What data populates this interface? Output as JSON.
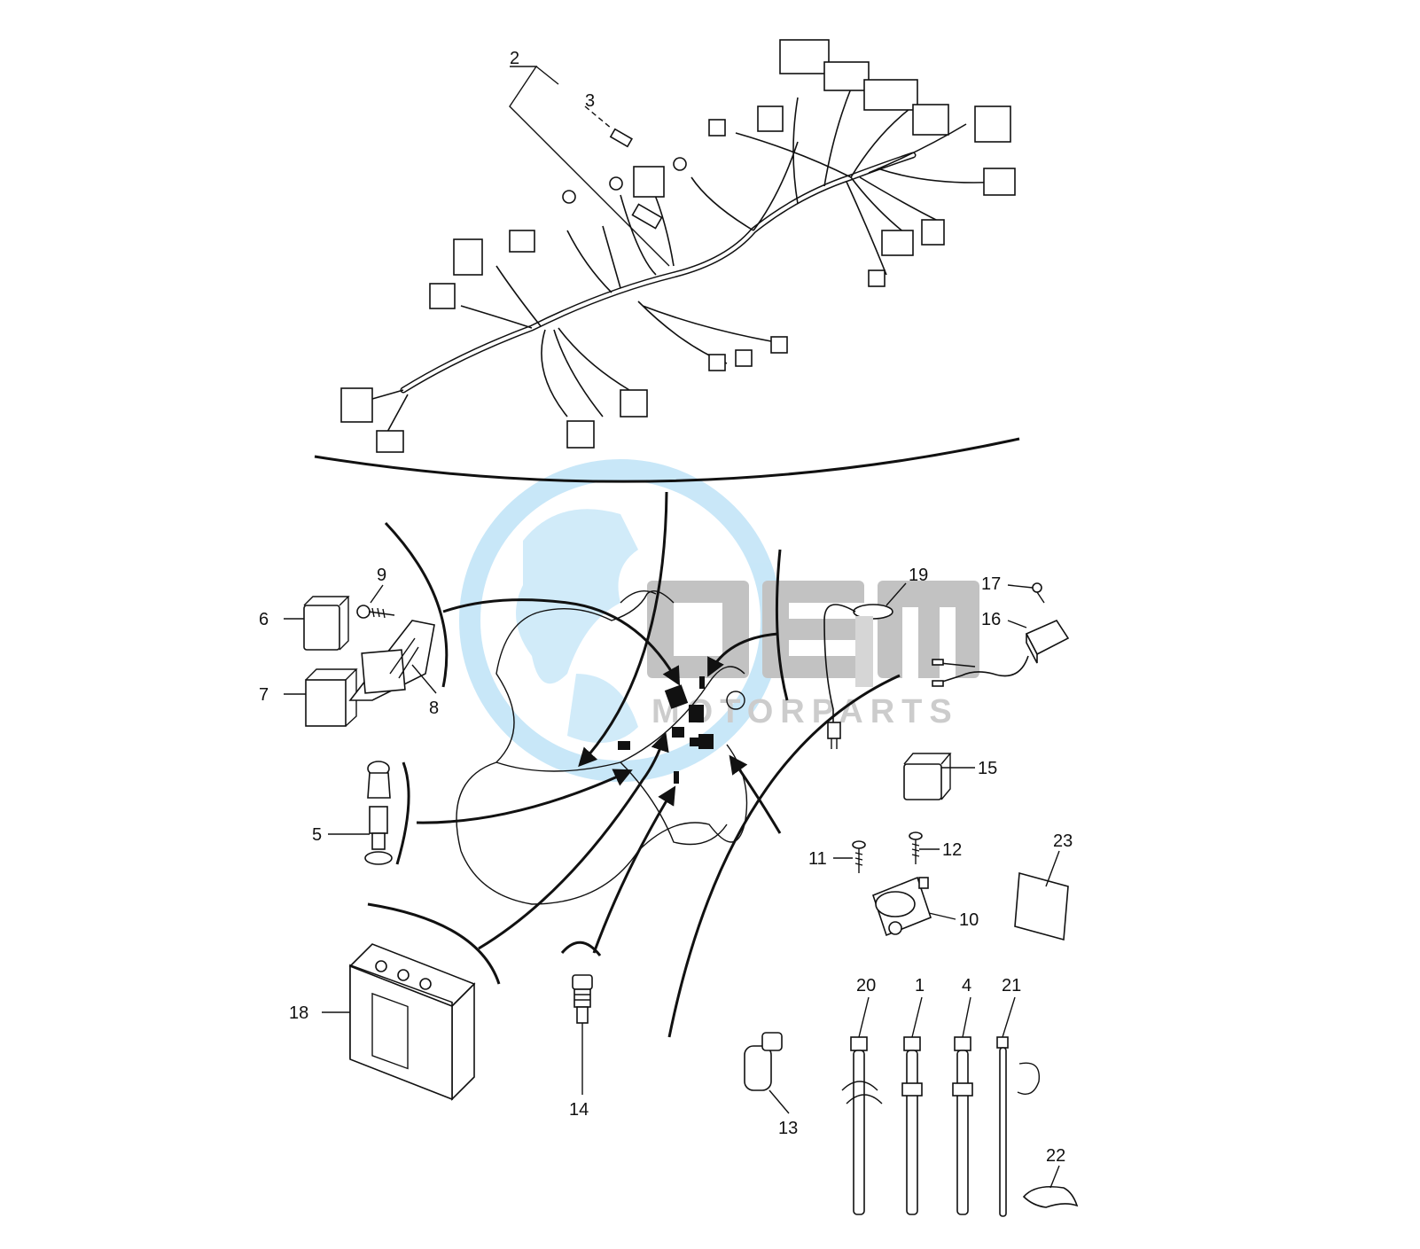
{
  "diagram": {
    "callouts": [
      "1",
      "2",
      "3",
      "4",
      "5",
      "6",
      "7",
      "8",
      "9",
      "10",
      "11",
      "12",
      "13",
      "14",
      "15",
      "16",
      "17",
      "18",
      "19",
      "20",
      "21",
      "22",
      "23"
    ],
    "watermark": {
      "brand": "oem",
      "tagline": "MOTORPARTS",
      "colors": {
        "globe": "#bfe3f7",
        "globe_dark": "#8fcaf0",
        "letters": "#b9b9b9"
      }
    }
  }
}
